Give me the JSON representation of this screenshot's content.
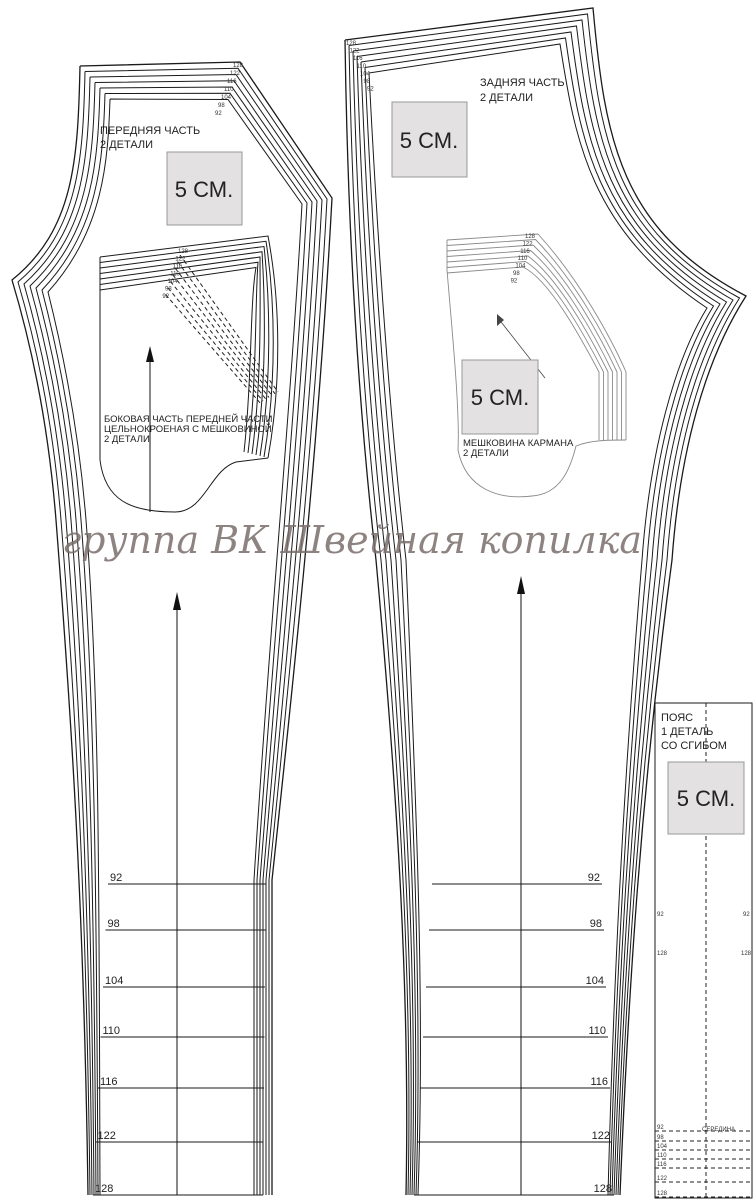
{
  "front": {
    "title": "ПЕРЕДНЯЯ ЧАСТЬ",
    "count": "2 ДЕТАЛИ",
    "scale": "5 СМ.",
    "top_sizes": [
      "128",
      "122",
      "116",
      "110",
      "104",
      "98",
      "92"
    ],
    "hem_sizes": [
      "92",
      "98",
      "104",
      "110",
      "116",
      "122",
      "128"
    ]
  },
  "side": {
    "title": "БОКОВАЯ ЧАСТЬ ПЕРЕДНЕЙ ЧАСТИ",
    "subtitle": "ЦЕЛЬНОКРОЕНАЯ С МЕШКОВИНОЙ",
    "count": "2 ДЕТАЛИ",
    "sizes": [
      "128",
      "122",
      "116",
      "110",
      "104",
      "98",
      "92"
    ]
  },
  "back": {
    "title": "ЗАДНЯЯ ЧАСТЬ",
    "count": "2 ДЕТАЛИ",
    "scale": "5 СМ.",
    "top_sizes": [
      "128",
      "122",
      "116",
      "110",
      "104",
      "98",
      "92"
    ],
    "hem_sizes": [
      "92",
      "98",
      "104",
      "110",
      "116",
      "122",
      "128"
    ]
  },
  "pocket": {
    "title": "МЕШКОВИНА КАРМАНА",
    "count": "2 ДЕТАЛИ",
    "scale": "5 СМ.",
    "sizes": [
      "128",
      "122",
      "116",
      "110",
      "104",
      "98",
      "92"
    ]
  },
  "waistband": {
    "title": "ПОЯС",
    "count": "1 ДЕТАЛЬ",
    "fold": "СО СГИБОМ",
    "scale": "5 СМ.",
    "mid_left": [
      "92",
      "128"
    ],
    "mid_right": [
      "92",
      "128"
    ],
    "fold_label": "СЕРЕДИНА",
    "bottom_sizes": [
      "92",
      "98",
      "104",
      "110",
      "116",
      "122",
      "128"
    ]
  },
  "watermark": "группа ВК Швейная копилка"
}
